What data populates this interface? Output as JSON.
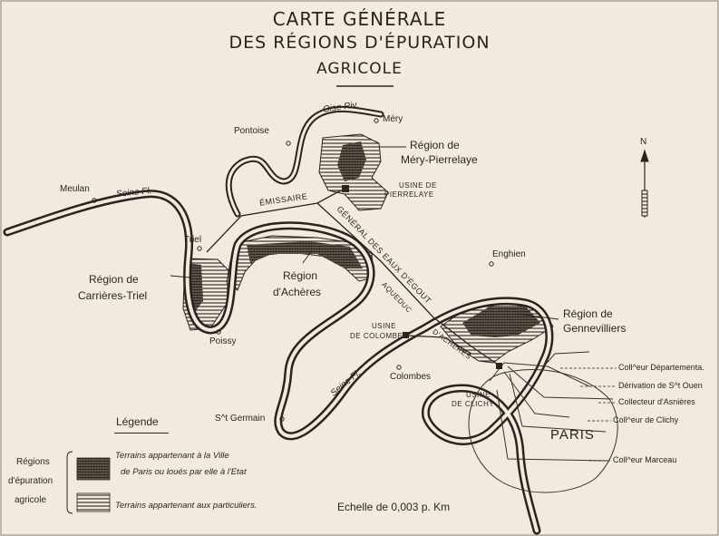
{
  "title": {
    "line1": "CARTE GÉNÉRALE",
    "line2": "DES RÉGIONS D'ÉPURATION",
    "line3": "AGRICOLE"
  },
  "rivers": {
    "oise": "Oise Riv.",
    "seine_upper": "Seine Fl.",
    "seine_lower": "Seine Fl."
  },
  "places": {
    "mery": "Méry",
    "pontoise": "Pontoise",
    "meulan": "Meulan",
    "triel": "Triel",
    "poissy": "Poissy",
    "enghien": "Enghien",
    "colombes": "Colombes",
    "st_germain": "S^t Germain",
    "paris": "PARIS"
  },
  "regions": {
    "mery_pierrelaye_1": "Région de",
    "mery_pierrelaye_2": "Méry-Pierrelaye",
    "carrieres_triel_1": "Région de",
    "carrieres_triel_2": "Carrières-Triel",
    "acheres_1": "Région",
    "acheres_2": "d'Achères",
    "gennevilliers_1": "Région de",
    "gennevilliers_2": "Gennevilliers"
  },
  "works": {
    "usine_pierrelaye_1": "USINE DE",
    "usine_pierrelaye_2": "PIERRELAYE",
    "emissaire": "ÉMISSAIRE",
    "general_des_eaux": "GÉNÉRAL DES EAUX D'ÉGOUT",
    "aqueduc": "AQUEDUC",
    "dacheres": "D'ACHÈRES",
    "usine_colombes_1": "USINE",
    "usine_colombes_2": "DE COLOMBES",
    "usine_clichy_1": "USINE",
    "usine_clichy_2": "DE CLICHY"
  },
  "collectors": {
    "departemental": "Coll^eur Départementa.",
    "derivation": "Dérivation de S^t Ouen",
    "asnieres": "Collecteur d'Asnières",
    "clichy": "Coll^eur de Clichy",
    "marceau": "Coll^eur Marceau"
  },
  "legend": {
    "heading": "Légende",
    "group_1": "Régions",
    "group_2": "d'épuration",
    "group_3": "agricole",
    "item1_line1": "Terrains appartenant à la Ville",
    "item1_line2": "de Paris ou loués par elle à l'Etat",
    "item2": "Terrains appartenant aux particuliers."
  },
  "scale": "Echelle de 0,003 p. Km",
  "north": "N",
  "colors": {
    "paper": "#f1ebdf",
    "ink": "#2b241d"
  }
}
